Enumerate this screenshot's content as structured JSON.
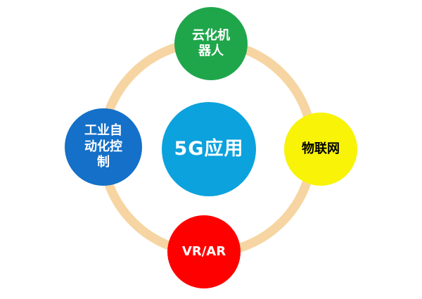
{
  "diagram": {
    "title": "5G applications diagram",
    "ring_color": "#f6d5a2",
    "background_color": "#ffffff",
    "center": {
      "label": "5G应用",
      "color": "#0ba2dd",
      "text_color": "#ffffff"
    },
    "nodes": {
      "top": {
        "label": "云化机\n器人",
        "full_label": "云化机器人",
        "color": "#1fa64b",
        "text_color": "#ffffff"
      },
      "left": {
        "label": "工业自\n动化控\n制",
        "full_label": "工业自动化控制",
        "color": "#1470c8",
        "text_color": "#ffffff"
      },
      "right": {
        "label": "物联网",
        "full_label": "物联网",
        "color": "#f8f307",
        "text_color": "#000000"
      },
      "bottom": {
        "label": "VR/AR",
        "full_label": "VR/AR",
        "color": "#fe0000",
        "text_color": "#ffffff"
      }
    }
  }
}
